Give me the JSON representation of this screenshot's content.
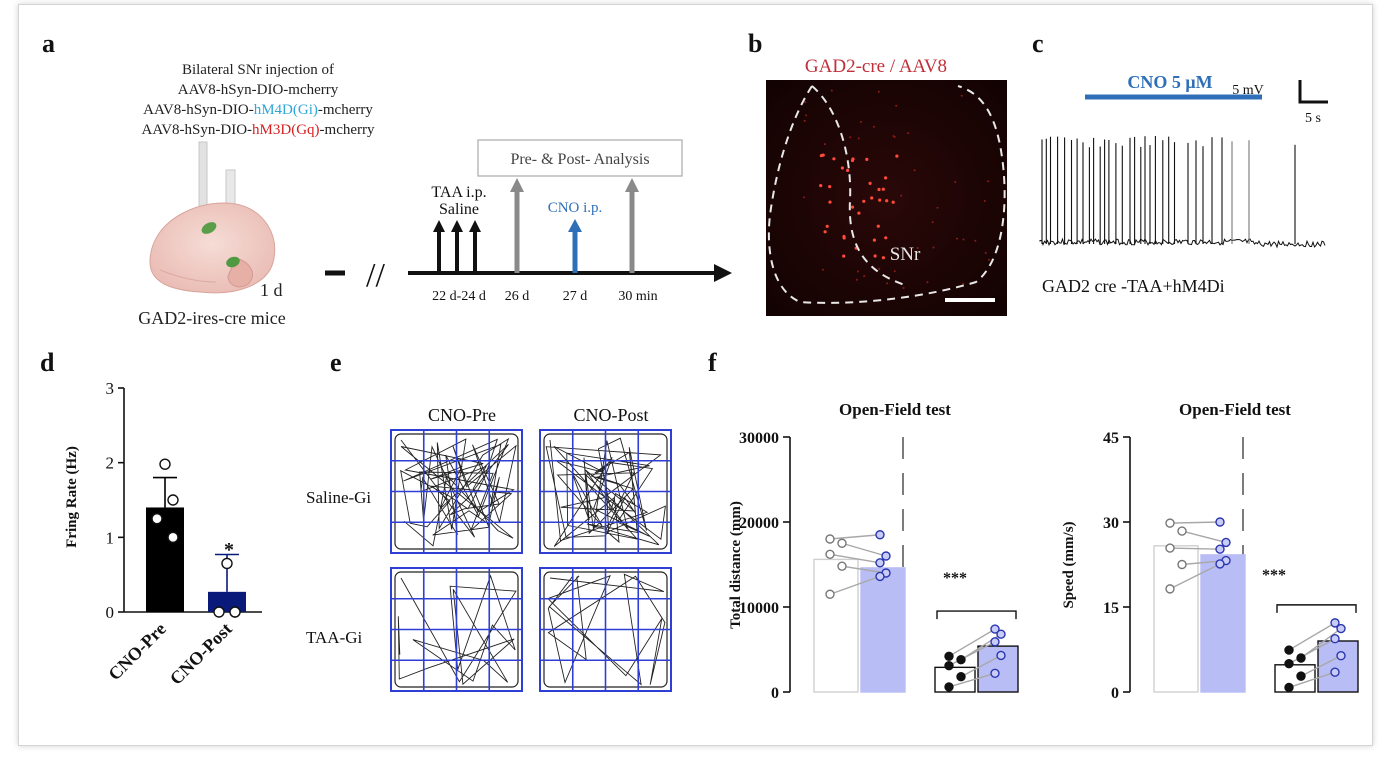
{
  "panels": {
    "a": "a",
    "b": "b",
    "c": "c",
    "d": "d",
    "e": "e",
    "f": "f"
  },
  "panel_a": {
    "injection_line1": "Bilateral SNr injection of",
    "injection_line2": "AAV8-hSyn-DIO-mcherry",
    "injection_line3_prefix": "AAV8-hSyn-DIO-",
    "injection_line3_colored": "hM4D(Gi)",
    "injection_line3_suffix": "-mcherry",
    "injection_line4_prefix": "AAV8-hSyn-DIO-",
    "injection_line4_colored": "hM3D(Gq)",
    "injection_line4_suffix": "-mcherry",
    "day_label": "1 d",
    "mouse_label": "GAD2-ires-cre mice",
    "analysis_box": "Pre- & Post- Analysis",
    "taa_label": "TAA i.p.",
    "saline_label": "Saline",
    "cno_label": "CNO i.p.",
    "t1": "22 d-24 d",
    "t2": "26 d",
    "t3": "27 d",
    "t4": "30 min",
    "break_marks": "//",
    "colors": {
      "gi": "#2ea6d8",
      "gq": "#d62020",
      "cno": "#2f6fb8"
    }
  },
  "panel_b": {
    "title": "GAD2-cre / AAV8",
    "region": "SNr",
    "title_color": "#c0303a"
  },
  "panel_c": {
    "bar_label": "CNO 5 μM",
    "scale_v": "5 mV",
    "scale_t": "5 s",
    "caption": "GAD2 cre -TAA+hM4Di"
  },
  "panel_e": {
    "col1": "CNO-Pre",
    "col2": "CNO-Post",
    "row1": "Saline-Gi",
    "row2": "TAA-Gi",
    "grid_color": "#2f3fd6"
  },
  "chart_data": [
    {
      "panel": "d",
      "type": "bar",
      "categories": [
        "CNO-Pre",
        "CNO-Post"
      ],
      "values": [
        1.4,
        0.27
      ],
      "errors": [
        0.4,
        0.5
      ],
      "points": [
        [
          1.98,
          1.5,
          1.25,
          1.0
        ],
        [
          0.65,
          0.0,
          0.0,
          0.0
        ]
      ],
      "ylabel": "Fring Rate (Hz)",
      "ylim": [
        0,
        3
      ],
      "yticks": [
        "0",
        "1",
        "2",
        "3"
      ],
      "annotation": "*",
      "colors": [
        "#000000",
        "#0a1a7a"
      ]
    },
    {
      "panel": "f-left",
      "type": "bar",
      "title": "Open-Field test",
      "ylabel": "Total distance (mm)",
      "ylim": [
        0,
        30000
      ],
      "yticks": [
        "0",
        "10000",
        "20000",
        "30000"
      ],
      "groups": [
        {
          "pre": 15600,
          "post": 14600,
          "pre_pts": [
            18000,
            17500,
            16200,
            14800,
            11500
          ],
          "post_pts": [
            18500,
            16000,
            15200,
            14000,
            13600
          ]
        },
        {
          "pre": 2900,
          "post": 5400,
          "pre_pts": [
            4200,
            3800,
            3100,
            1800,
            600
          ],
          "post_pts": [
            7400,
            6800,
            5900,
            4300,
            2200
          ]
        }
      ],
      "annotation": "***"
    },
    {
      "panel": "f-right",
      "type": "bar",
      "title": "Open-Field test",
      "ylabel": "Speed (mm/s)",
      "ylim": [
        0,
        45
      ],
      "yticks": [
        "0",
        "15",
        "30",
        "45"
      ],
      "groups": [
        {
          "pre": 25.8,
          "post": 24.2,
          "pre_pts": [
            29.8,
            28.4,
            25.4,
            22.5,
            18.2
          ],
          "post_pts": [
            30.0,
            26.4,
            25.2,
            23.2,
            22.6
          ]
        },
        {
          "pre": 4.8,
          "post": 9.0,
          "pre_pts": [
            7.4,
            6.0,
            5.0,
            2.8,
            0.8
          ],
          "post_pts": [
            12.2,
            11.2,
            9.4,
            6.4,
            3.5
          ]
        }
      ],
      "annotation": "***"
    }
  ]
}
